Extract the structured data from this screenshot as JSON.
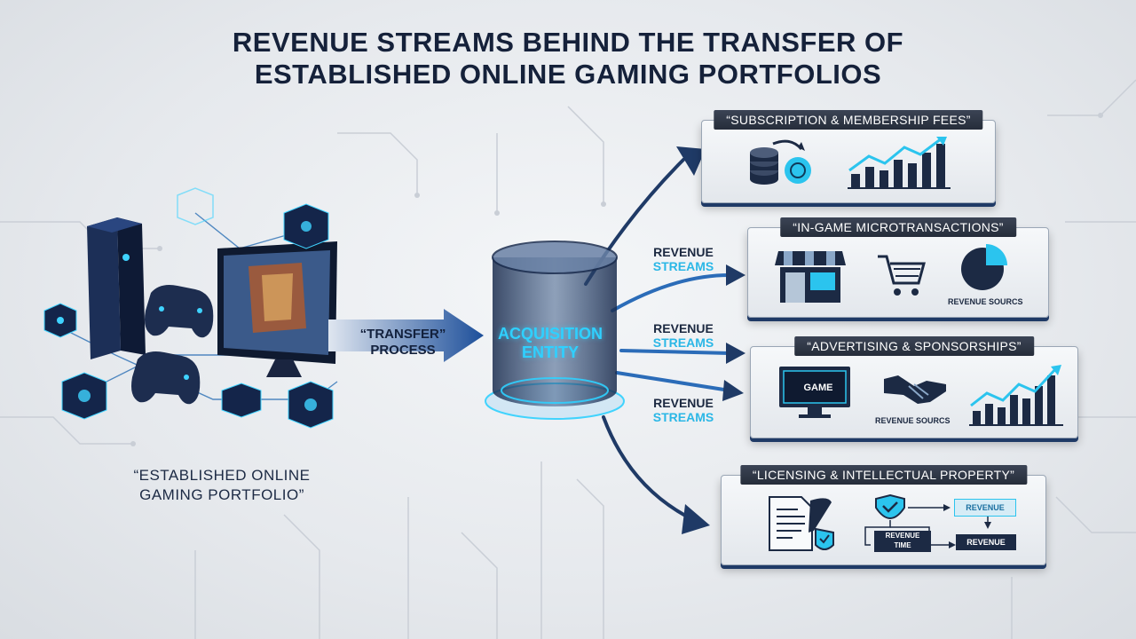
{
  "title": {
    "line1": "REVENUE STREAMS BEHIND THE TRANSFER OF",
    "line2": "ESTABLISHED ONLINE GAMING PORTFOLIOS"
  },
  "portfolio": {
    "caption_line1": "“ESTABLISHED ONLINE",
    "caption_line2": "GAMING PORTFOLIO”"
  },
  "transfer": {
    "line1": "“TRANSFER”",
    "line2": "PROCESS"
  },
  "entity": {
    "line1": "ACQUISITION",
    "line2": "ENTITY"
  },
  "stream_labels": [
    {
      "line1": "REVENUE",
      "line2": "STREAMS"
    },
    {
      "line1": "REVENUE",
      "line2": "STREAMS"
    },
    {
      "line1": "REVENUE",
      "line2": "STREAMS"
    }
  ],
  "panels": {
    "subscription": {
      "header": "“SUBSCRIPTION & MEMBERSHIP FEES”"
    },
    "microtransactions": {
      "header": "“IN-GAME MICROTRANSACTIONS”",
      "tag": "REVENUE SOURCS"
    },
    "advertising": {
      "header": "“ADVERTISING & SPONSORSHIPS”",
      "tag": "REVENUE SOURCS",
      "screen_text": "GAME"
    },
    "licensing": {
      "header": "“LICENSING & INTELLECTUAL PROPERTY”",
      "box_top": "REVENUE",
      "box_left_line1": "REVENUE",
      "box_left_line2": "TIME",
      "box_right": "REVENUE"
    }
  },
  "colors": {
    "navy": "#1f3a66",
    "accent_cyan": "#2bb7e6",
    "dark": "#15213a"
  }
}
